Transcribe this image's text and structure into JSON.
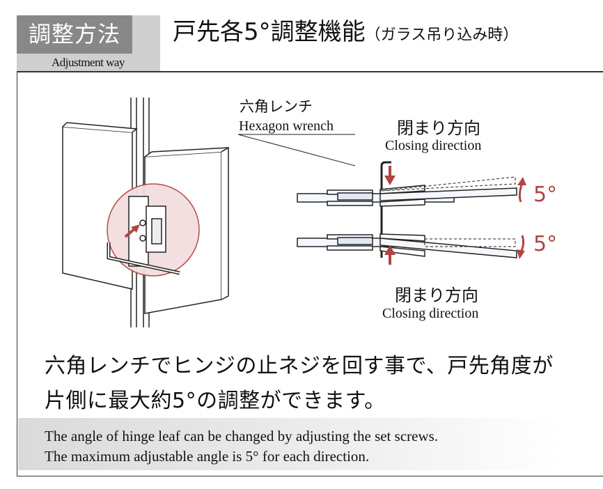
{
  "header": {
    "section_jp": "調整方法",
    "section_en": "Adjustment way",
    "title": "戸先各5°調整機能",
    "title_note": "（ガラス吊り込み時）"
  },
  "diagram": {
    "wrench_jp": "六角レンチ",
    "wrench_en": "Hexagon wrench",
    "closing_jp_top": "閉まり方向",
    "closing_en_top": "Closing direction",
    "closing_jp_bottom": "閉まり方向",
    "closing_en_bottom": "Closing direction",
    "angle_up": "5°",
    "angle_down": "5°",
    "accent_color": "#b04444"
  },
  "description": {
    "jp_line1": "六角レンチでヒンジの止ネジを回す事で、戸先角度が",
    "jp_line2": "片側に最大約5°の調整ができます。",
    "en_line1": "The angle of hinge leaf can be changed by adjusting the set screws.",
    "en_line2": "The maximum adjustable angle is 5° for each direction."
  }
}
